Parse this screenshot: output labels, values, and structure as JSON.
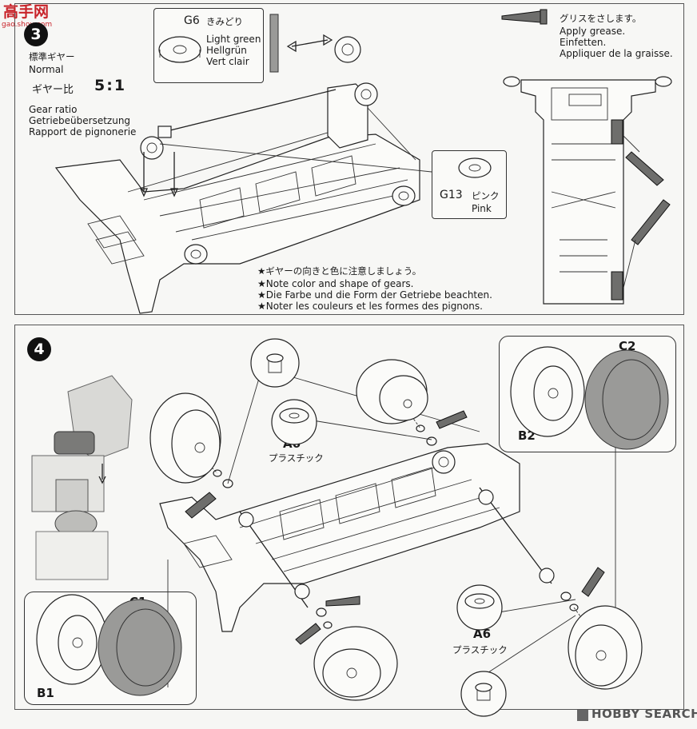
{
  "watermark": {
    "site_logo": "高手网",
    "site_url": "gao.shou.com"
  },
  "step3": {
    "number": "3",
    "gear_labels": {
      "normal_jp": "標準ギヤー",
      "normal_en": "Normal",
      "ratio_jp": "ギヤー比",
      "ratio_value": "5:1",
      "ratio_en": "Gear ratio",
      "ratio_de": "Getriebeübersetzung",
      "ratio_fr": "Rapport de pignonerie"
    },
    "g6": {
      "code": "G6",
      "color_jp": "きみどり",
      "color_en": "Light green",
      "color_de": "Hellgrün",
      "color_fr": "Vert clair"
    },
    "g13": {
      "code": "G13",
      "color_jp": "ピンク",
      "color_en": "Pink"
    },
    "grease": {
      "jp": "グリスをさします。",
      "en": "Apply grease.",
      "de": "Einfetten.",
      "fr": "Appliquer de la graisse."
    },
    "notes": [
      "★ギヤーの向きと色に注意しましょう。",
      "★Note color and shape of gears.",
      "★Die Farbe und die Form der Getriebe beachten.",
      "★Noter les couleurs et les formes des pignons."
    ]
  },
  "step4": {
    "number": "4",
    "a6_top": {
      "code": "A6",
      "material_jp": "プラスチック"
    },
    "a6_bottom": {
      "code": "A6",
      "material_jp": "プラスチック"
    },
    "b1": "B1",
    "b2": "B2",
    "c1": "C1",
    "c2": "C2"
  },
  "footer": {
    "brand_logo": "HOBBY SEARCH"
  }
}
